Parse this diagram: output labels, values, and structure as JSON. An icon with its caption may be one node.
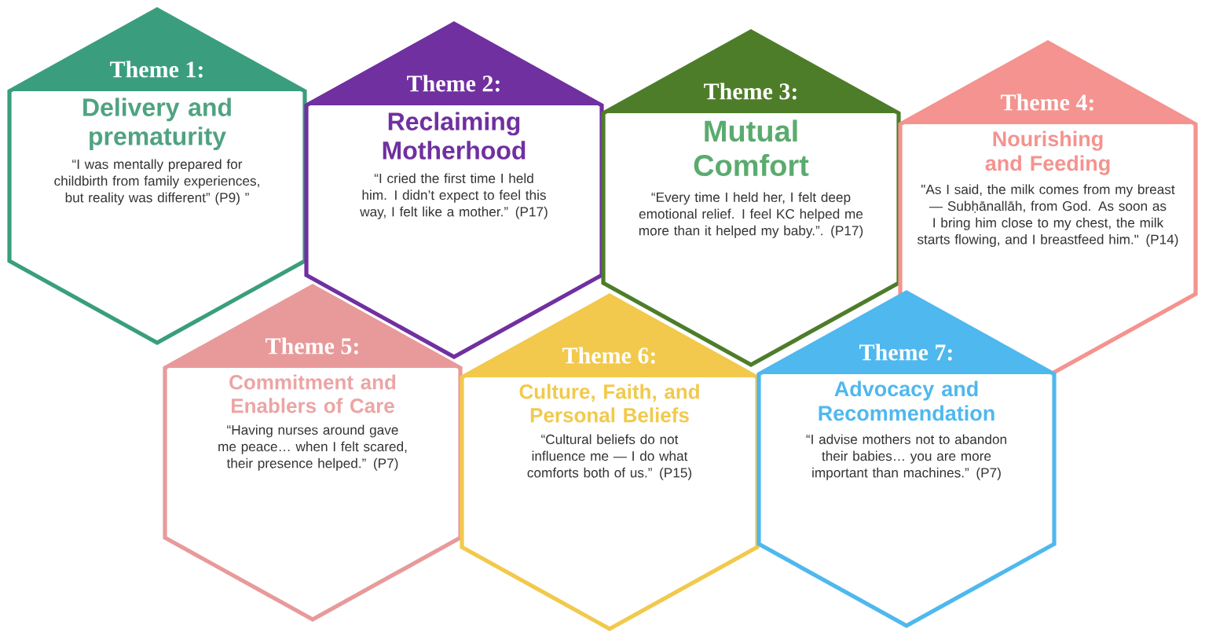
{
  "diagram": {
    "nodes": [
      {
        "text": [
          "Theme 1:",
          "Delivery and prematurity",
          "“I was mentally prepared for childbirth from family experiences, but reality was different” (P9) ”"
        ]
      },
      {
        "text": [
          "Theme 2:",
          "Reclaiming Motherhood",
          "“I cried the first time I held him. I didn’t expect to feel this way, I felt like a mother.” (P17)"
        ]
      },
      {
        "text": [
          "Theme 3:",
          "Mutual Comfort",
          "“Every time I held her, I felt deep emotional relief. I feel KC helped me more than it helped my baby.”. (P17)"
        ]
      },
      {
        "text": [
          "Theme 4:",
          "Nourishing and Feeding",
          "\"As I said, the milk comes from my breast — Subḥānallāh, from God. As soon as I bring him close to my chest, the milk starts flowing, and I breastfeed him.\" (P14)"
        ]
      },
      {
        "text": [
          "Theme 5:",
          "Commitment and Enablers of Care",
          "“Having nurses around gave me peace… when I felt scared, their presence helped.” (P7)"
        ]
      },
      {
        "text": [
          "Theme 6:",
          "Culture, Faith, and Personal Beliefs",
          "“Cultural beliefs do not influence me — I do what comforts both of us.” (P15)"
        ]
      },
      {
        "text": [
          "Theme 7:",
          "Advocacy and Recommendation",
          "“I advise mothers not to abandon their babies… you are more important than machines.” (P7)"
        ]
      }
    ]
  }
}
